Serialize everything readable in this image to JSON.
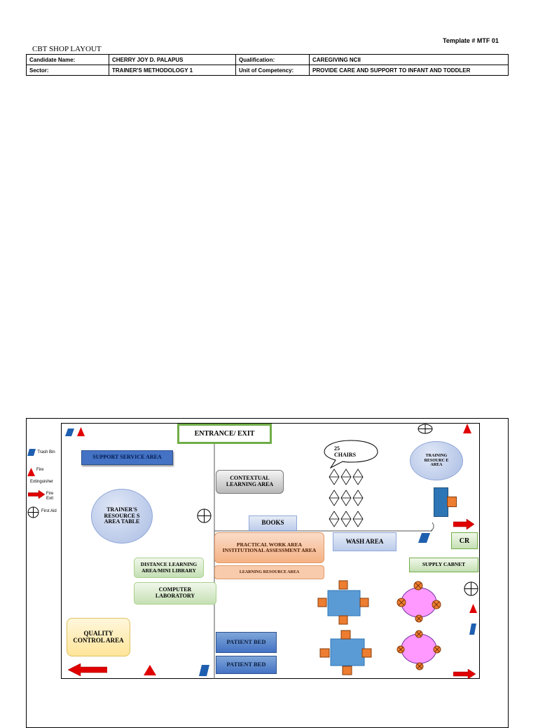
{
  "header": {
    "template_no": "Template # MTF 01",
    "title": "CBT SHOP LAYOUT",
    "rows": [
      [
        "Candidate Name:",
        "CHERRY JOY D. PALAPUS",
        "Qualification:",
        "CAREGIVING NCII"
      ],
      [
        "Sector:",
        "TRAINER'S METHODOLOGY 1",
        "Unit of Competency:",
        "PROVIDE CARE AND SUPPORT TO INFANT AND TODDLER"
      ]
    ]
  },
  "legend": {
    "trash": "Trash Bin",
    "fire_ext_1": "Fire",
    "fire_ext_2": "Extinguisher",
    "fire_exit": "Fire Exit",
    "first_aid": "First Aid"
  },
  "areas": {
    "entrance": "ENTRANCE/ EXIT",
    "support": "SUPPORT SERVICE AREA",
    "trainers": "TRAINER'S RESOURCE S AREA TABLE",
    "contextual": "CONTEXTUAL LEARNING AREA",
    "chairs": "25 CHAIRS",
    "training": "TRAINING RESOURC E AREA",
    "books": "BOOKS",
    "practical": "PRACTICAL WORK AREA INSTITUTIONAL ASSESSMENT AREA",
    "learning_res": "LEARNING RESOURCE AREA",
    "wash": "WASH AREA",
    "cr": "CR",
    "supply": "SUPPLY CABNET",
    "distance": "DISTANCE LEARNING AREA/MINI LIBRARY",
    "computer": "COMPUTER LABORATORY",
    "quality": "QUALITY CONTROL AREA",
    "patient1": "PATIENT BED",
    "patient2": "PATIENT BED"
  },
  "colors": {
    "trash": "#1f5fb0",
    "fire": "#e00000",
    "entrance_border": "#70ad47",
    "support": "#4472c4",
    "circle": "#c5d3ee",
    "table": "#5b9bd5",
    "chair": "#ed7d31",
    "round_table": "#ff99ff"
  }
}
